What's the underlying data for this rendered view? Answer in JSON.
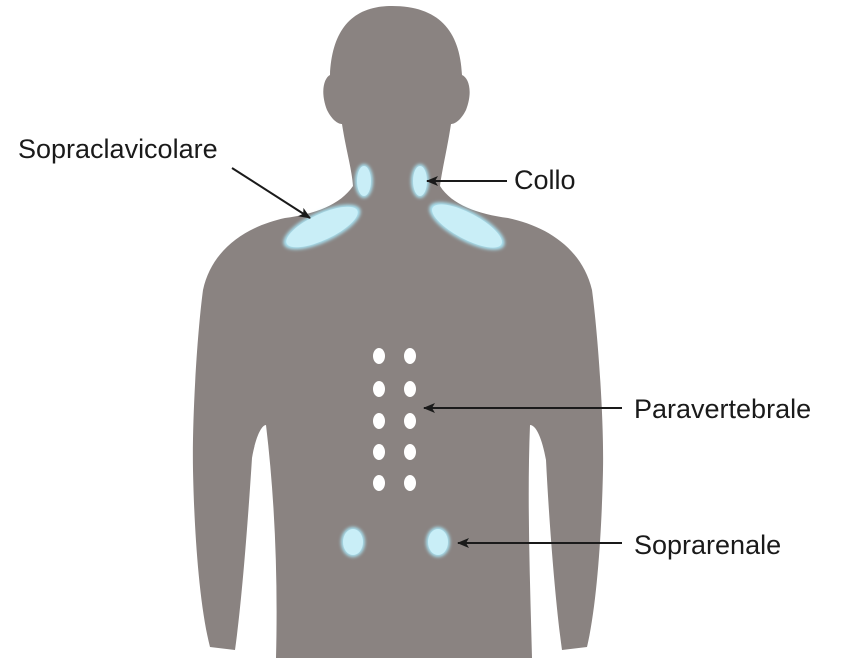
{
  "labels": {
    "sopraclavicolare": "Sopraclavicolare",
    "collo": "Collo",
    "paravertebrale": "Paravertebrale",
    "soprarenale": "Soprarenale"
  },
  "colors": {
    "silhouette": "#8a8381",
    "site_fill": "#c9eef7",
    "site_glow": "#a9e2f2",
    "arrow": "#1a1a1a",
    "background": "#ffffff"
  },
  "sites": {
    "neck_count": 2,
    "supraclavicular_count": 2,
    "paravertebral_rows": 5,
    "paravertebral_columns": 2,
    "suprarenal_count": 2
  }
}
